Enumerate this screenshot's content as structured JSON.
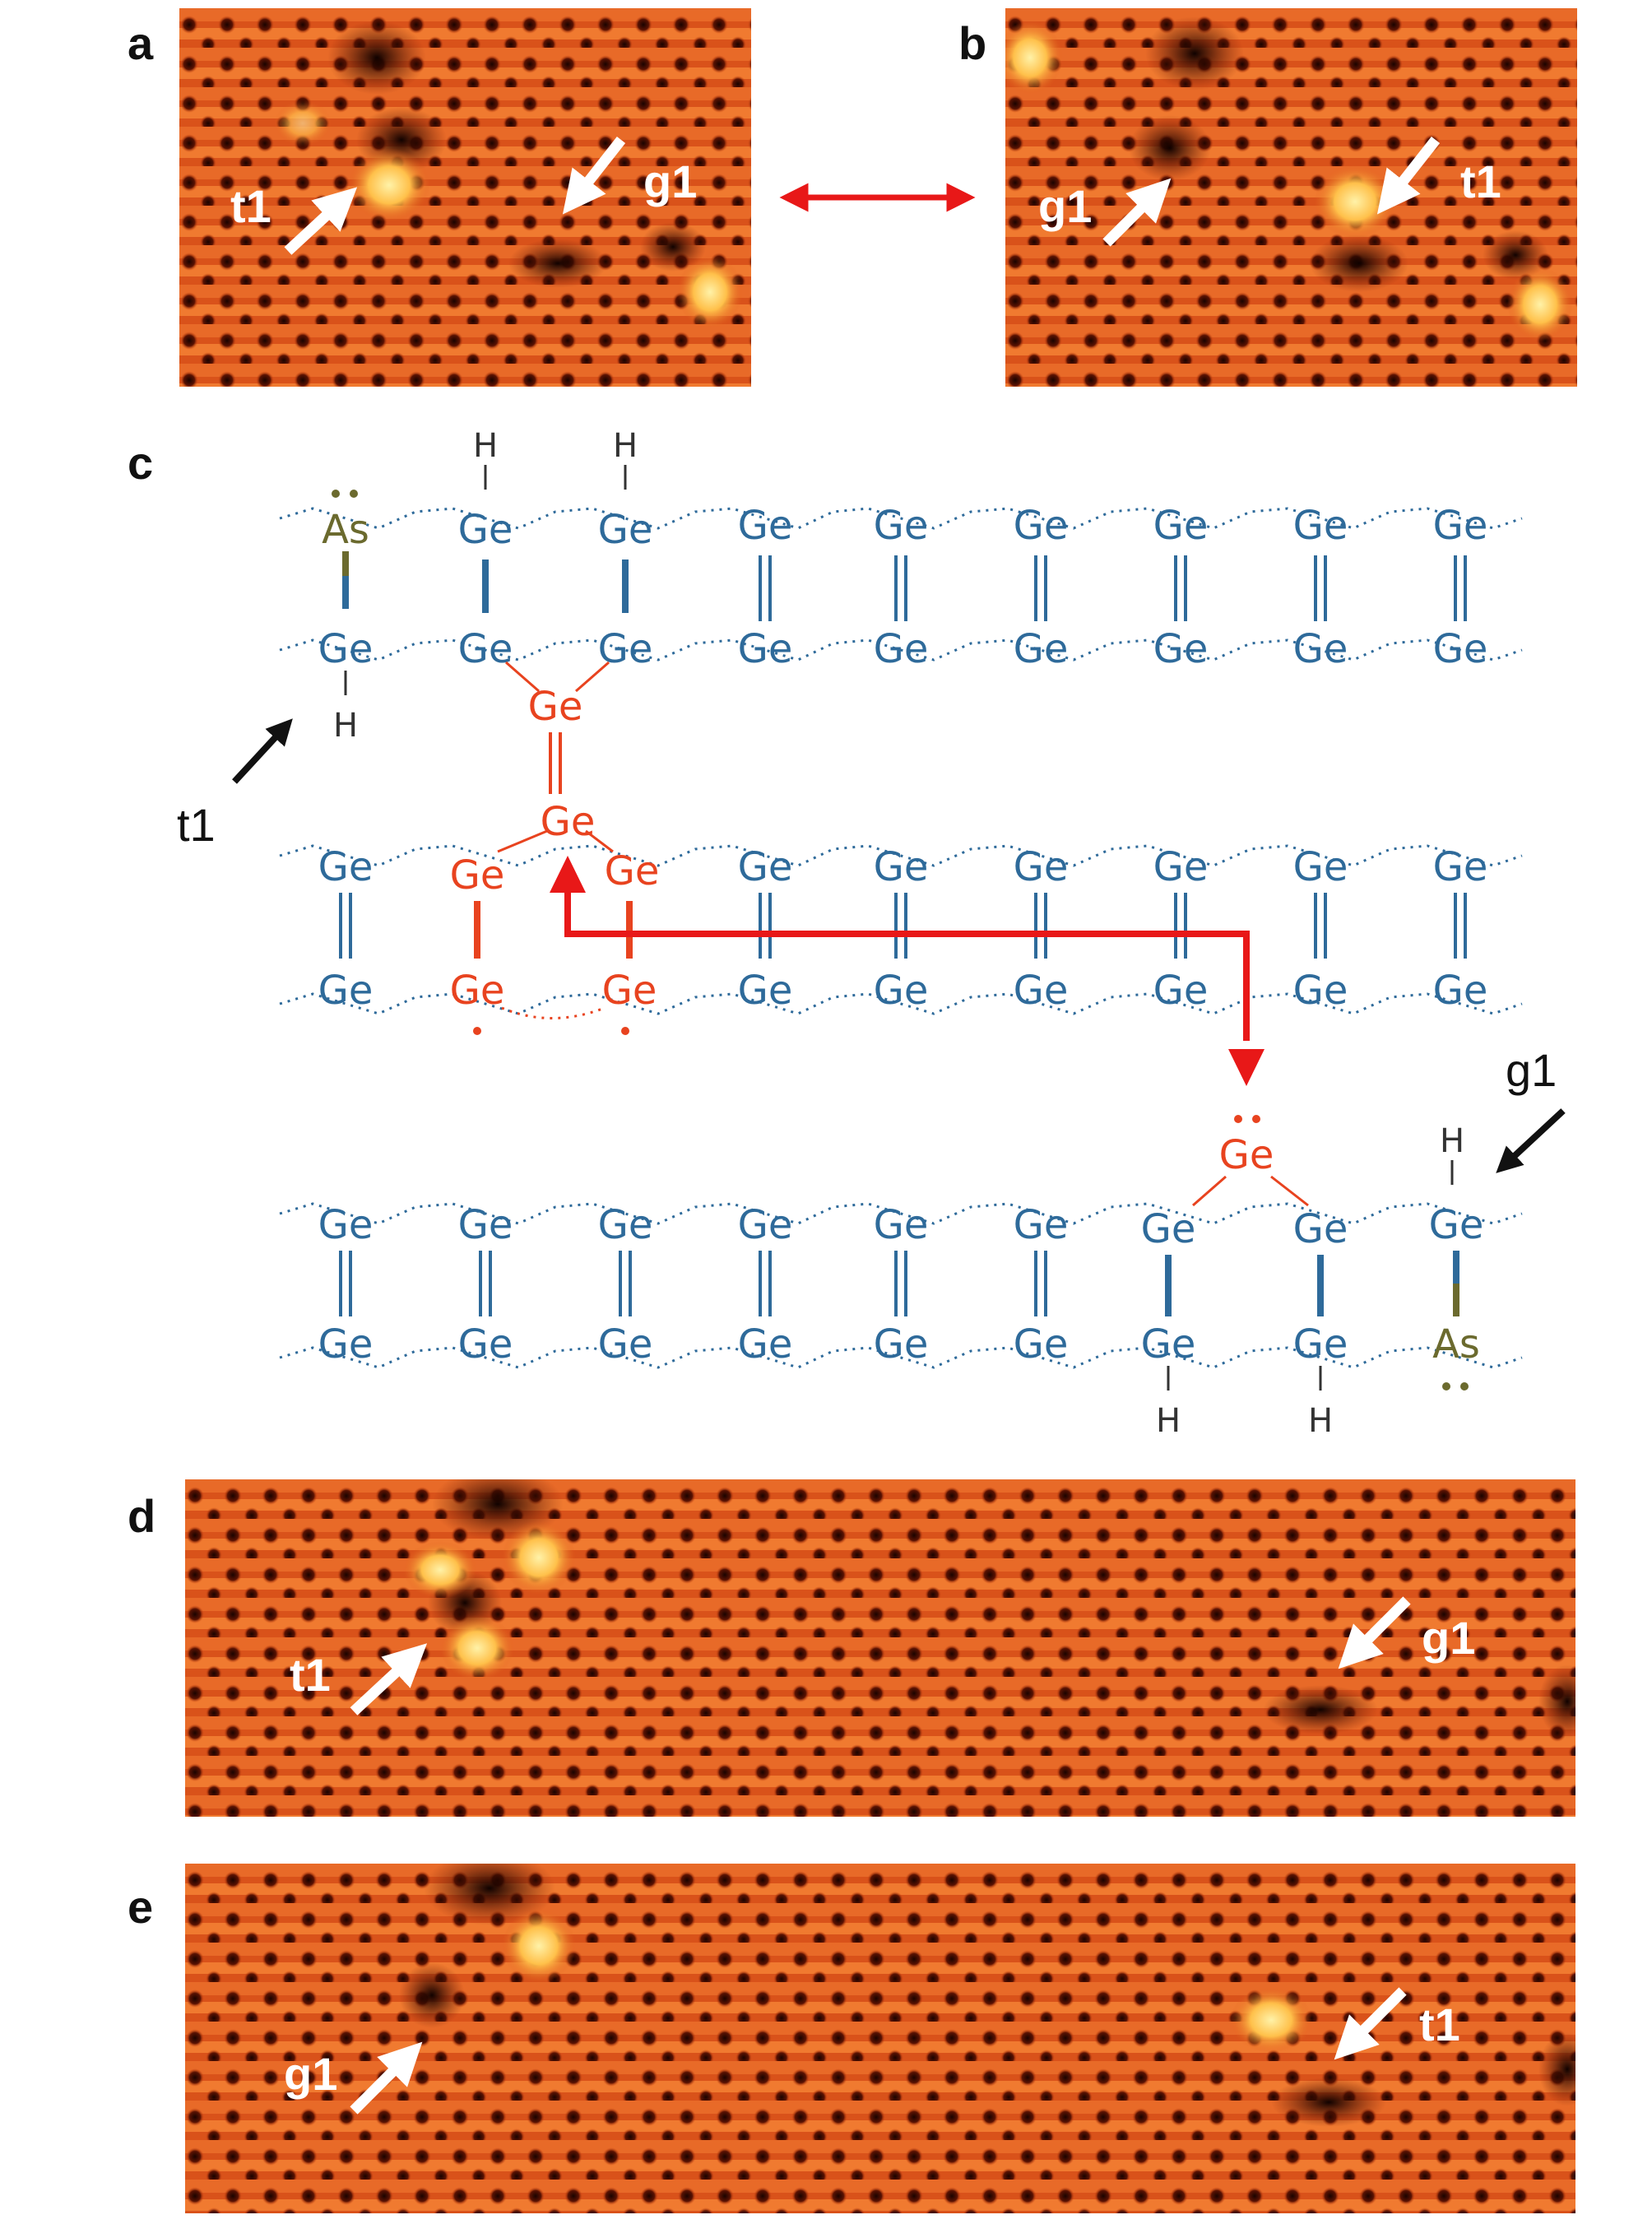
{
  "panels": {
    "a": "a",
    "b": "b",
    "c": "c",
    "d": "d",
    "e": "e"
  },
  "labels": {
    "t1": "t1",
    "g1": "g1"
  },
  "atoms": {
    "ge": "Ge",
    "as": "As",
    "h": "H"
  },
  "colors": {
    "lattice": "#2e6a9a",
    "mobile_ge": "#e8431f",
    "arsenic": "#6b6a2e",
    "arrow_red": "#e81818",
    "stm_base": "#d94a12",
    "stm_bright": "#ffe07a",
    "stm_dark": "#2a0500"
  }
}
